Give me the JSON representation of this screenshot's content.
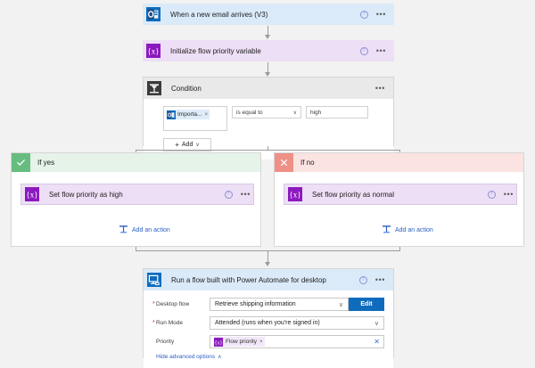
{
  "flow": {
    "trigger": {
      "title": "When a new email arrives (V3)",
      "icon": "outlook-icon",
      "info": "?",
      "menu": "•••"
    },
    "initialize": {
      "title": "Initialize flow priority variable",
      "icon": "variable-icon",
      "info": "?",
      "menu": "•••"
    },
    "condition": {
      "title": "Condition",
      "icon": "condition-icon",
      "menu": "•••",
      "row": {
        "token": "Importa...",
        "token_remove": "×",
        "operator": "is equal to",
        "operator_chevron": "∨",
        "value": "high"
      },
      "add_button": {
        "plus": "+",
        "label": "Add",
        "chevron": "∨"
      }
    },
    "branch_yes": {
      "label": "If yes",
      "badge": "✓",
      "action": {
        "title": "Set flow priority as high",
        "icon": "variable-icon",
        "info": "?",
        "menu": "•••"
      },
      "add_action": {
        "label": "Add an action",
        "icon": "add-action-icon"
      }
    },
    "branch_no": {
      "label": "If no",
      "badge": "✕",
      "action": {
        "title": "Set flow priority as normal",
        "icon": "variable-icon",
        "info": "?",
        "menu": "•••"
      },
      "add_action": {
        "label": "Add an action",
        "icon": "add-action-icon"
      }
    },
    "desktop_flow": {
      "title": "Run a flow built with Power Automate for desktop",
      "icon": "desktop-flow-icon",
      "info": "?",
      "menu": "•••",
      "fields": {
        "desktop_flow": {
          "label": "Desktop flow",
          "required": true,
          "value": "Retrieve shipping information",
          "chevron": "∨",
          "edit_label": "Edit"
        },
        "run_mode": {
          "label": "Run Mode",
          "required": true,
          "value": "Attended (runs when you're signed in)",
          "chevron": "∨"
        },
        "priority": {
          "label": "Priority",
          "required": false,
          "token": "Flow priority",
          "token_remove": "×",
          "clear": "✕"
        }
      },
      "advanced_toggle": {
        "label": "Hide advanced options",
        "chevron": "∧"
      }
    }
  },
  "colors": {
    "trigger_card": "#dbeaf8",
    "action_card": "#eddff5",
    "condition_header": "#e9e9e9",
    "yes_header": "#e6f3e9",
    "yes_badge": "#66bd7f",
    "no_header": "#fbe3e1",
    "no_badge": "#ef9086",
    "accent_blue": "#0f6cbd",
    "link_blue": "#2b5fc4",
    "variable_purple": "#8c19bf",
    "canvas": "#f2f2f2"
  }
}
